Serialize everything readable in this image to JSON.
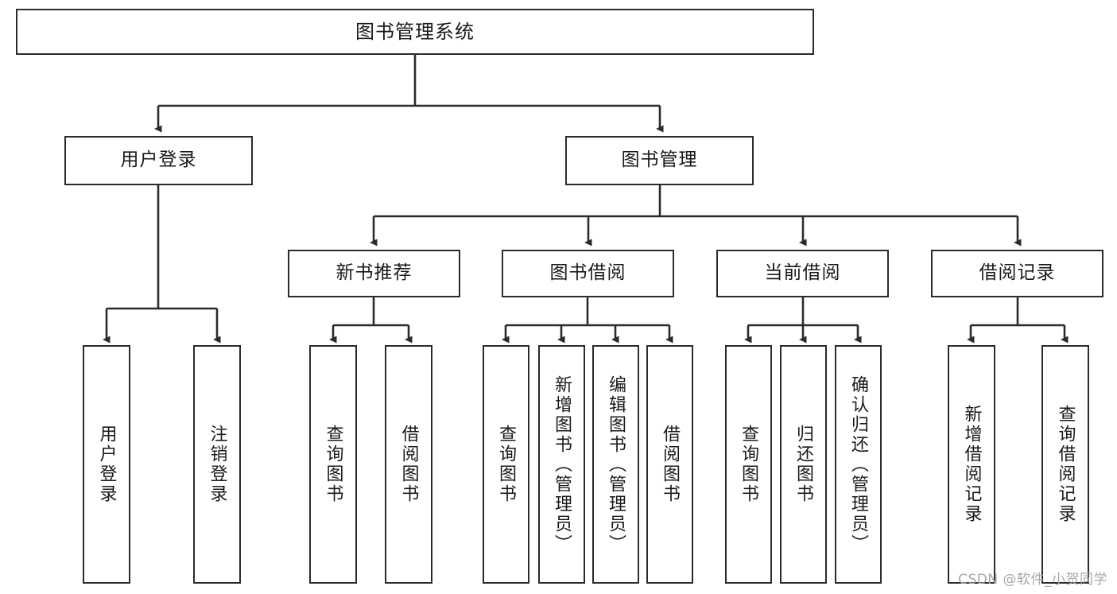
{
  "diagram": {
    "type": "tree-hierarchy",
    "title": "图书管理系统",
    "orientation": "top-down",
    "colors": {
      "box_border": "#2b2b2b",
      "box_fill": "#ffffff",
      "connector": "#2b2b2b",
      "text": "#1a1a1a",
      "watermark": "#a8a8a8"
    },
    "root": {
      "label": "图书管理系统"
    },
    "level2": [
      {
        "id": "user-login",
        "label": "用户登录"
      },
      {
        "id": "book-management",
        "label": "图书管理"
      }
    ],
    "level3": [
      {
        "id": "new-book-recommend",
        "label": "新书推荐",
        "parent": "book-management"
      },
      {
        "id": "book-borrow",
        "label": "图书借阅",
        "parent": "book-management"
      },
      {
        "id": "current-borrow",
        "label": "当前借阅",
        "parent": "book-management"
      },
      {
        "id": "borrow-record",
        "label": "借阅记录",
        "parent": "book-management"
      }
    ],
    "leaves": [
      {
        "id": "leaf-user-login",
        "label": "用户登录",
        "parent": "user-login"
      },
      {
        "id": "leaf-logout-login",
        "label": "注销登录",
        "parent": "user-login"
      },
      {
        "id": "leaf-query-book-recommend",
        "label": "查询图书",
        "parent": "new-book-recommend"
      },
      {
        "id": "leaf-borrow-book-recommend",
        "label": "借阅图书",
        "parent": "new-book-recommend"
      },
      {
        "id": "leaf-query-book-borrow",
        "label": "查询图书",
        "parent": "book-borrow"
      },
      {
        "id": "leaf-add-book-admin",
        "label": "新增图书（管理员）",
        "parent": "book-borrow"
      },
      {
        "id": "leaf-edit-book-admin",
        "label": "编辑图书（管理员）",
        "parent": "book-borrow"
      },
      {
        "id": "leaf-borrow-book",
        "label": "借阅图书",
        "parent": "book-borrow"
      },
      {
        "id": "leaf-query-book-current",
        "label": "查询图书",
        "parent": "current-borrow"
      },
      {
        "id": "leaf-return-book",
        "label": "归还图书",
        "parent": "current-borrow"
      },
      {
        "id": "leaf-confirm-return-admin",
        "label": "确认归还（管理员）",
        "parent": "current-borrow"
      },
      {
        "id": "leaf-add-borrow-record",
        "label": "新增借阅记录",
        "parent": "borrow-record"
      },
      {
        "id": "leaf-query-borrow-record",
        "label": "查询借阅记录",
        "parent": "borrow-record"
      }
    ],
    "watermark": "CSDN @软件_小贺同学"
  }
}
